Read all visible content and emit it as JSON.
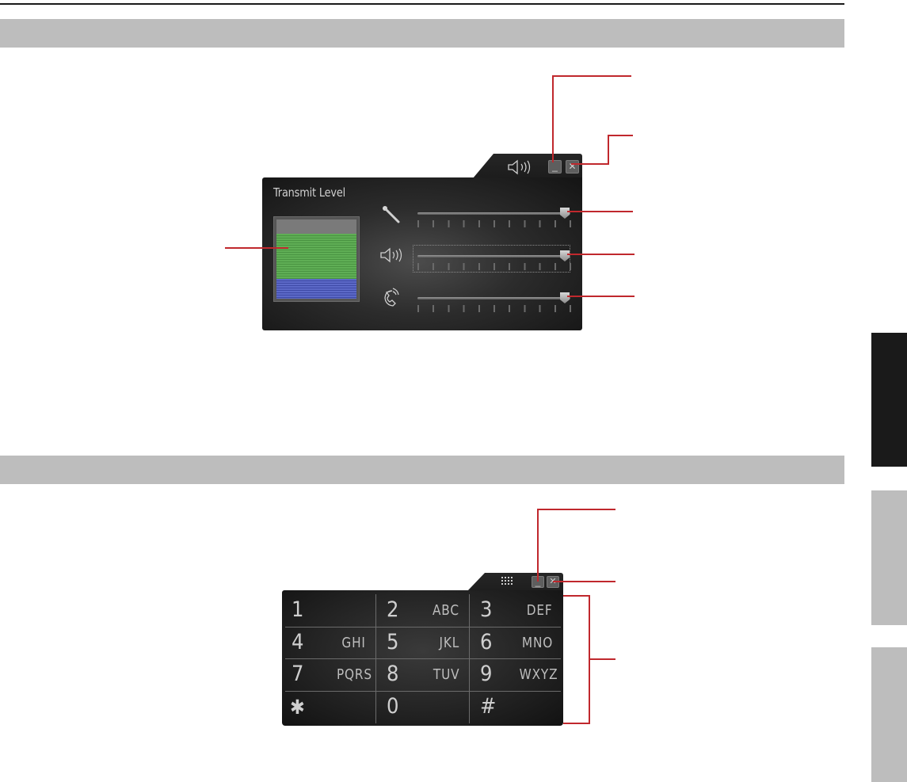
{
  "audio_panel": {
    "title": "Transmit Level",
    "icons": [
      "speaker-icon",
      "minimize-icon",
      "close-icon",
      "microphone-icon",
      "speaker-icon",
      "ringer-icon"
    ],
    "sliders": [
      {
        "name": "microphone",
        "level": 1.0
      },
      {
        "name": "speaker",
        "level": 1.0
      },
      {
        "name": "ringer",
        "level": 1.0
      }
    ],
    "meter": {
      "green_level": 0.55,
      "blue_level": 0.24
    }
  },
  "keypad": {
    "keys": [
      {
        "digit": "1",
        "letters": ""
      },
      {
        "digit": "2",
        "letters": "ABC"
      },
      {
        "digit": "3",
        "letters": "DEF"
      },
      {
        "digit": "4",
        "letters": "GHI"
      },
      {
        "digit": "5",
        "letters": "JKL"
      },
      {
        "digit": "6",
        "letters": "MNO"
      },
      {
        "digit": "7",
        "letters": "PQRS"
      },
      {
        "digit": "8",
        "letters": "TUV"
      },
      {
        "digit": "9",
        "letters": "WXYZ"
      },
      {
        "digit": "✱",
        "letters": ""
      },
      {
        "digit": "0",
        "letters": ""
      },
      {
        "digit": "#",
        "letters": ""
      }
    ],
    "icons": [
      "keypad-icon",
      "minimize-icon",
      "close-icon"
    ]
  },
  "colors": {
    "callout": "#c0282d",
    "section_bar": "#bdbdbd",
    "meter_green": "#5fae55",
    "meter_blue": "#5c69c7",
    "side_tab_active": "#1a1a1a",
    "side_tab_inactive": "#bdbdbd"
  }
}
